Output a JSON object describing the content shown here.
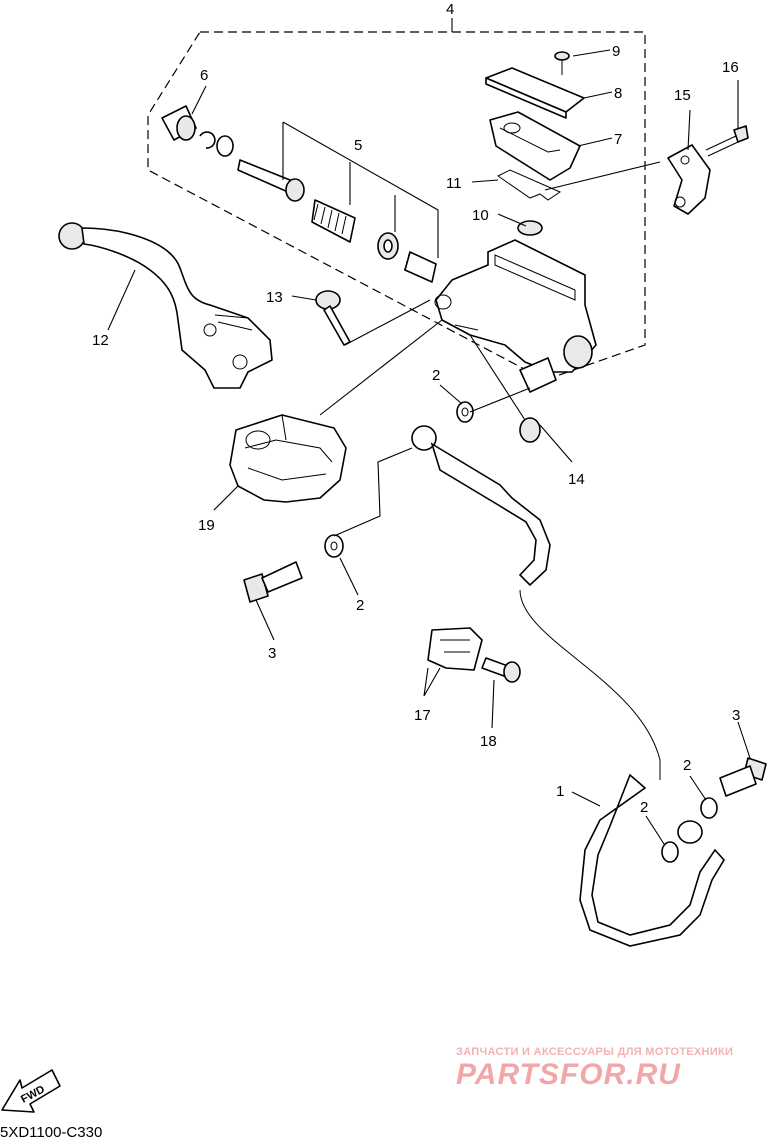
{
  "diagram": {
    "callouts": [
      "1",
      "2",
      "3",
      "4",
      "5",
      "6",
      "7",
      "8",
      "9",
      "10",
      "11",
      "12",
      "13",
      "14",
      "15",
      "16",
      "17",
      "18",
      "19"
    ],
    "fwd_label": "FWD",
    "drawing_code": "5XD1100-C330"
  },
  "watermark": {
    "tagline": "ЗАПЧАСТИ И АКСЕССУАРЫ ДЛЯ МОТОТЕХНИКИ",
    "brand": "PARTSFOR.RU",
    "color": "#f2a7a7"
  }
}
